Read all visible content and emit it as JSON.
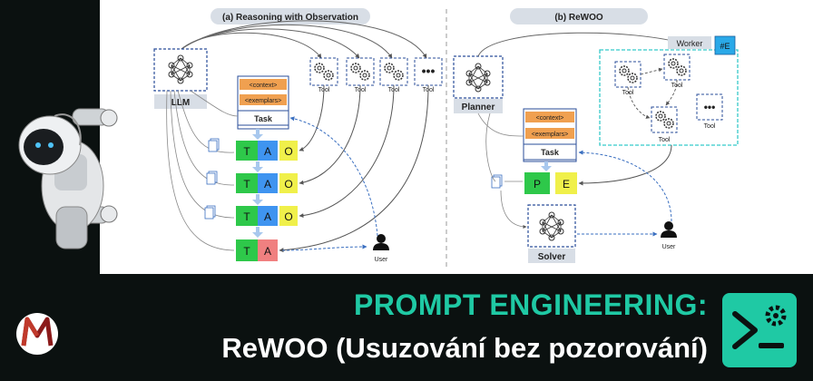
{
  "left_panel": {
    "title": "(a) Reasoning with Observation",
    "llm_label": "LLM",
    "context_label": "<context>",
    "exemplars_label": "<exemplars>",
    "task_label": "Task",
    "tool_label": "Tool",
    "rows": [
      [
        "T",
        "A",
        "O"
      ],
      [
        "T",
        "A",
        "O"
      ],
      [
        "T",
        "A",
        "O"
      ],
      [
        "T",
        "A"
      ]
    ],
    "user_label": "User"
  },
  "right_panel": {
    "title": "(b) ReWOO",
    "planner_label": "Planner",
    "worker_label": "Worker",
    "evidence_label": "#E",
    "context_label": "<context>",
    "exemplars_label": "<exemplars>",
    "task_label": "Task",
    "plan_label": "P",
    "evidence_box_label": "E",
    "solver_label": "Solver",
    "tool_label": "Tool",
    "user_label": "User"
  },
  "banner": {
    "line1": "PROMPT ENGINEERING:",
    "line2": "ReWOO (Usuzování bez pozorování)"
  },
  "colors": {
    "accent": "#1fc9a4",
    "thought": "#2ec84a",
    "action": "#3f94f0",
    "observation": "#f0f04a",
    "answer": "#f08080",
    "context_tag": "#f0a050",
    "worker_border": "#35c9c9",
    "evidence": "#2aa9e8"
  },
  "icons": {
    "logo": "m-logo-icon",
    "terminal": "terminal-gear-icon",
    "robot": "robot-mascot-icon"
  }
}
